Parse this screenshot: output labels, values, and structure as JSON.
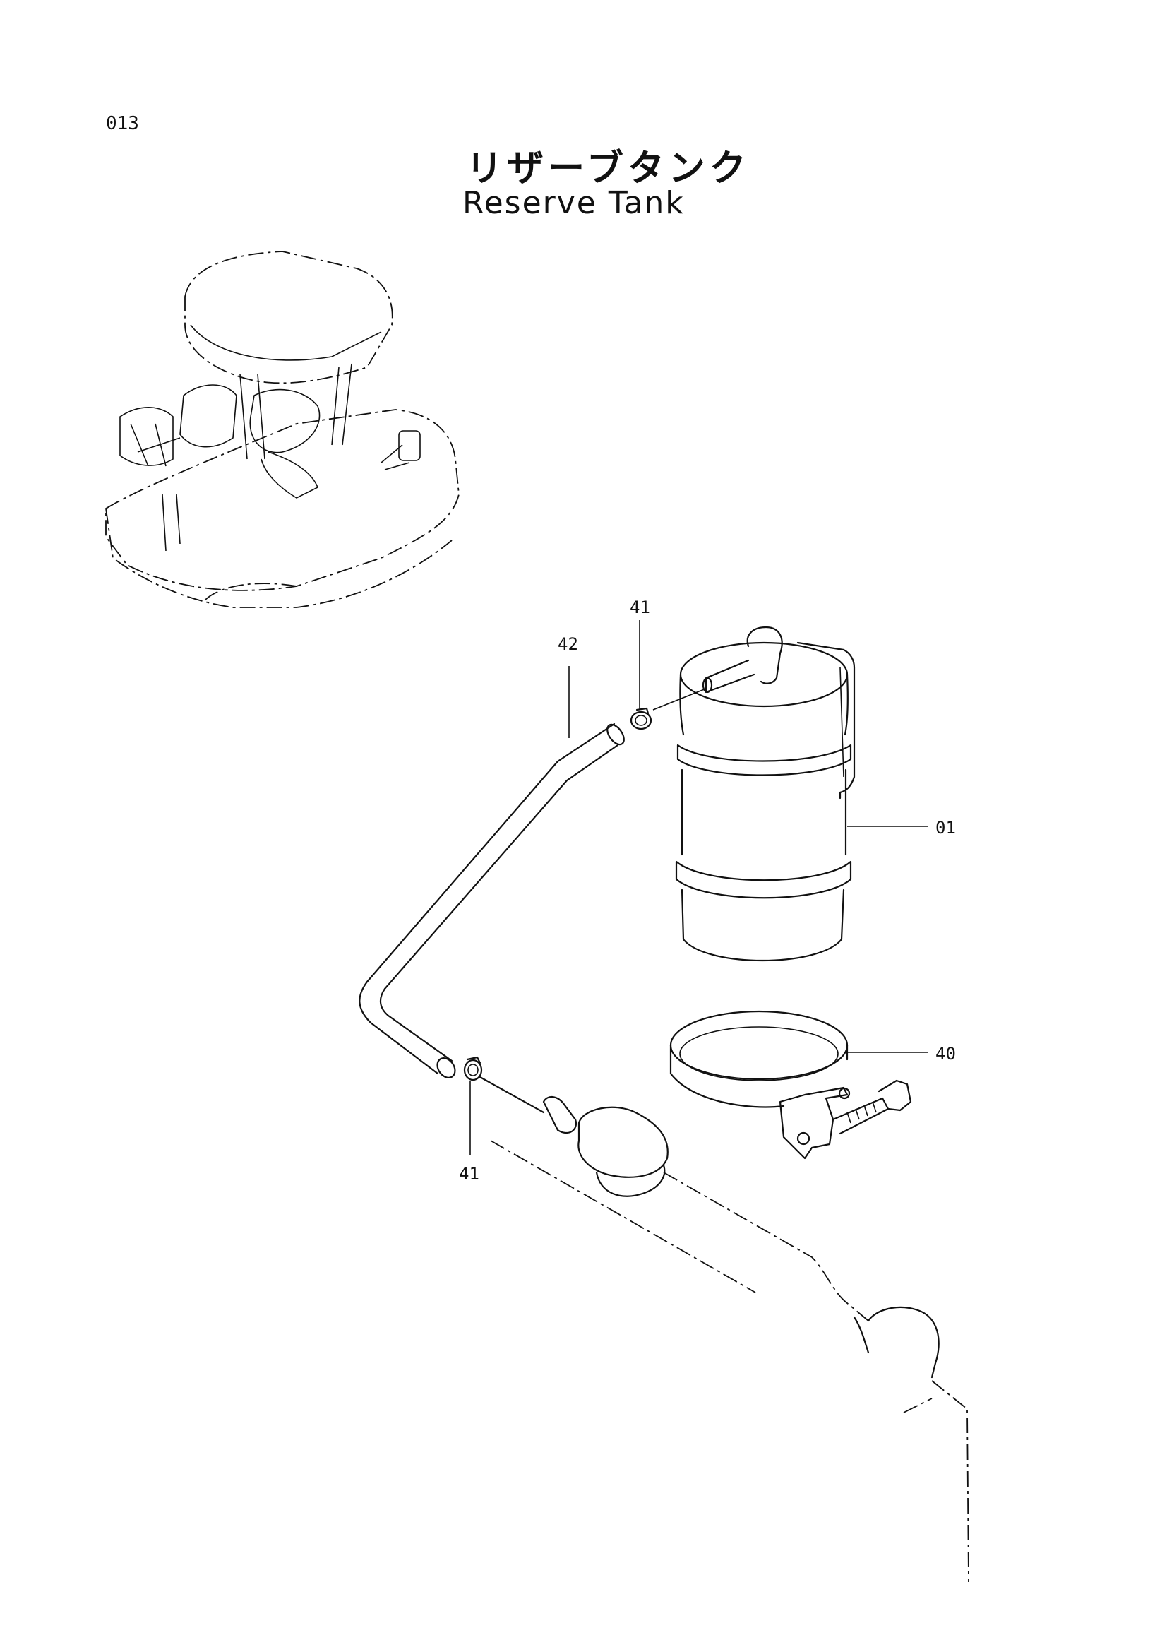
{
  "page": {
    "number": "013",
    "title_ja": "リザーブタンク",
    "title_en": "Reserve Tank"
  },
  "callouts": [
    {
      "id": "c42",
      "label": "42"
    },
    {
      "id": "c41a",
      "label": "41"
    },
    {
      "id": "c01",
      "label": "01"
    },
    {
      "id": "c40",
      "label": "40"
    },
    {
      "id": "c41b",
      "label": "41"
    }
  ]
}
